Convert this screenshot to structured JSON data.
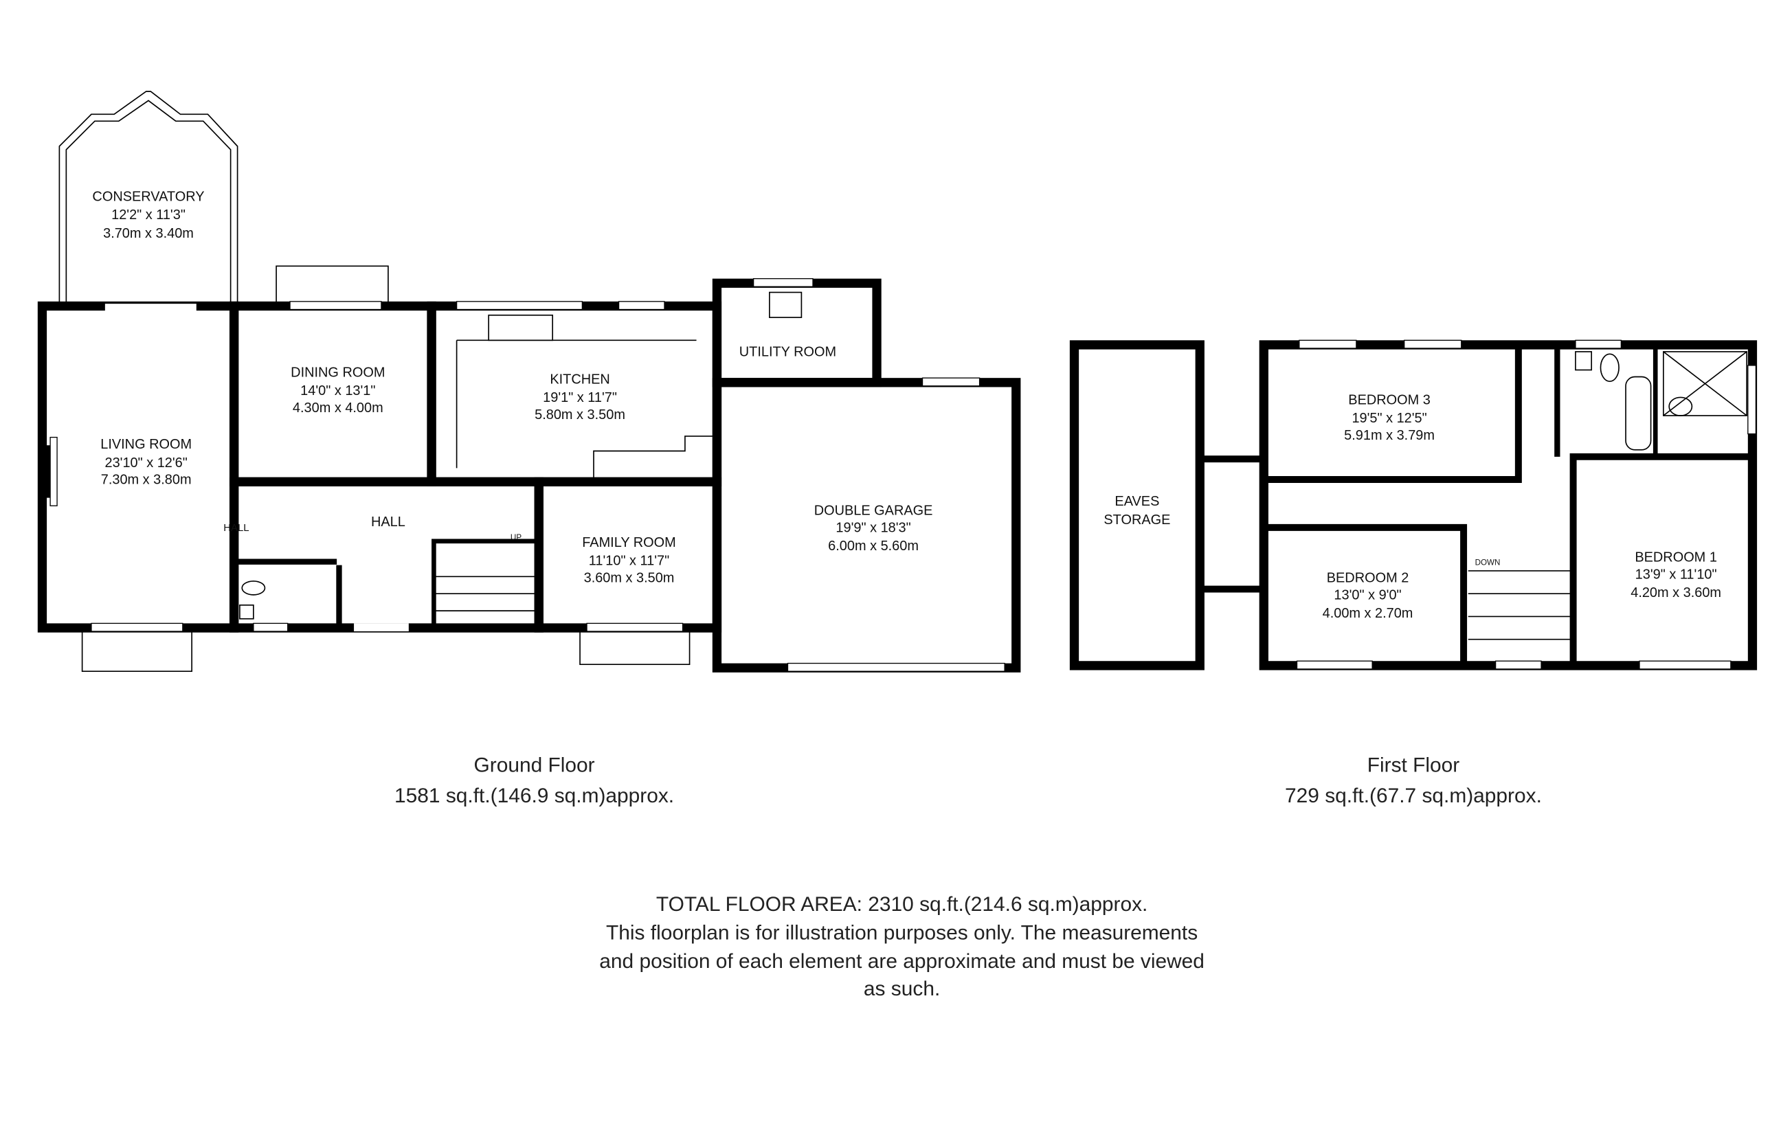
{
  "ground_floor": {
    "title": "Ground Floor",
    "area": "1581 sq.ft.(146.9 sq.m)approx.",
    "rooms": {
      "conservatory": {
        "name": "CONSERVATORY",
        "imperial": "12'2\" x 11'3\"",
        "metric": "3.70m x 3.40m"
      },
      "dining": {
        "name": "DINING ROOM",
        "imperial": "14'0\" x 13'1\"",
        "metric": "4.30m x 4.00m"
      },
      "living": {
        "name": "LIVING ROOM",
        "imperial": "23'10\" x 12'6\"",
        "metric": "7.30m x 3.80m"
      },
      "kitchen": {
        "name": "KITCHEN",
        "imperial": "19'1\" x 11'7\"",
        "metric": "5.80m x 3.50m"
      },
      "utility": {
        "name": "UTILITY ROOM"
      },
      "garage": {
        "name": "DOUBLE GARAGE",
        "imperial": "19'9\" x 18'3\"",
        "metric": "6.00m x 5.60m"
      },
      "hall": {
        "name": "HALL"
      },
      "hall_small": {
        "name": "HALL"
      },
      "family": {
        "name": "FAMILY ROOM",
        "imperial": "11'10\" x 11'7\"",
        "metric": "3.60m x 3.50m"
      }
    },
    "stairs_label": "UP"
  },
  "first_floor": {
    "title": "First Floor",
    "area": "729 sq.ft.(67.7 sq.m)approx.",
    "rooms": {
      "eaves": {
        "name_line1": "EAVES",
        "name_line2": "STORAGE"
      },
      "bedroom3": {
        "name": "BEDROOM 3",
        "imperial": "19'5\" x 12'5\"",
        "metric": "5.91m x 3.79m"
      },
      "bedroom2": {
        "name": "BEDROOM 2",
        "imperial": "13'0\" x 9'0\"",
        "metric": "4.00m x 2.70m"
      },
      "bedroom1": {
        "name": "BEDROOM 1",
        "imperial": "13'9\" x 11'10\"",
        "metric": "4.20m x 3.60m"
      }
    },
    "stairs_label": "DOWN"
  },
  "footer": {
    "line1": "TOTAL FLOOR AREA: 2310 sq.ft.(214.6 sq.m)approx.",
    "line2": "This floorplan is for illustration purposes only. The measurements",
    "line3": "and position of each element are approximate and must be viewed",
    "line4": "as such."
  }
}
